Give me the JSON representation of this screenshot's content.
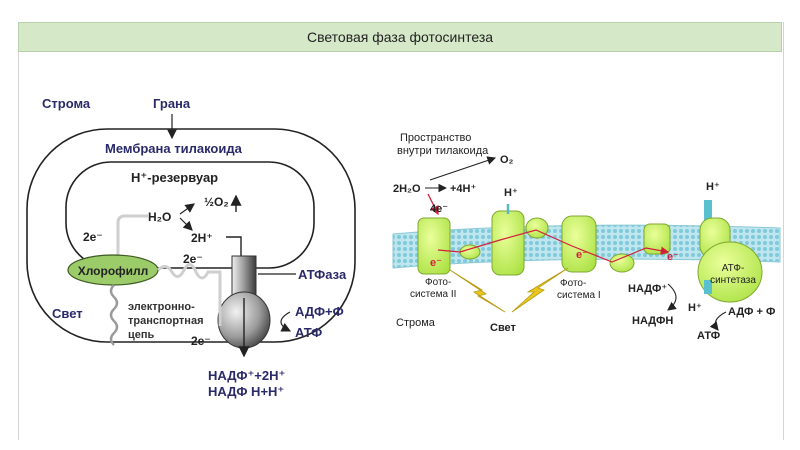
{
  "title": "Световая фаза фотосинтеза",
  "left": {
    "stroma": "Строма",
    "grana": "Грана",
    "membrane": "Мембрана тилакоида",
    "reservoir": "H⁺-резервуар",
    "oxygen": "½O₂",
    "water": "H₂O",
    "two_h": "2H⁺",
    "two_e_top": "2e⁻",
    "chlorophyll": "Хлорофилл",
    "two_e_mid": "2e⁻",
    "light": "Свет",
    "etc_line1": "электронно-",
    "etc_line2": "транспортная",
    "etc_line3": "цепь",
    "two_e_bottom": "2e⁻",
    "atpase": "АТФаза",
    "adp": "АДФ+Ф",
    "atp": "АТФ",
    "nadp_line1": "НАДФ⁺+2H⁺",
    "nadp_line2": "НАДФ H+H⁺"
  },
  "right": {
    "space_line1": "Пространство",
    "space_line2": "внутри тилакоида",
    "o2": "O₂",
    "water": "2H₂O",
    "four_h": "+4H⁺",
    "four_e": "4e⁻",
    "h_ps2": "H⁺",
    "h_synthase": "H⁺",
    "e1": "e⁻",
    "e2": "e⁻",
    "e3": "e⁻",
    "ps2_line1": "Фото-",
    "ps2_line2": "система II",
    "ps1_line1": "Фото-",
    "ps1_line2": "система I",
    "stroma": "Строма",
    "light": "Свет",
    "nadp_plus": "НАДФ⁺",
    "nadph": "НАДФН",
    "synthase_line1": "АТФ-",
    "synthase_line2": "синтетаза",
    "h_stroma": "H⁺",
    "adp": "АДФ + Ф",
    "atp": "АТФ"
  }
}
